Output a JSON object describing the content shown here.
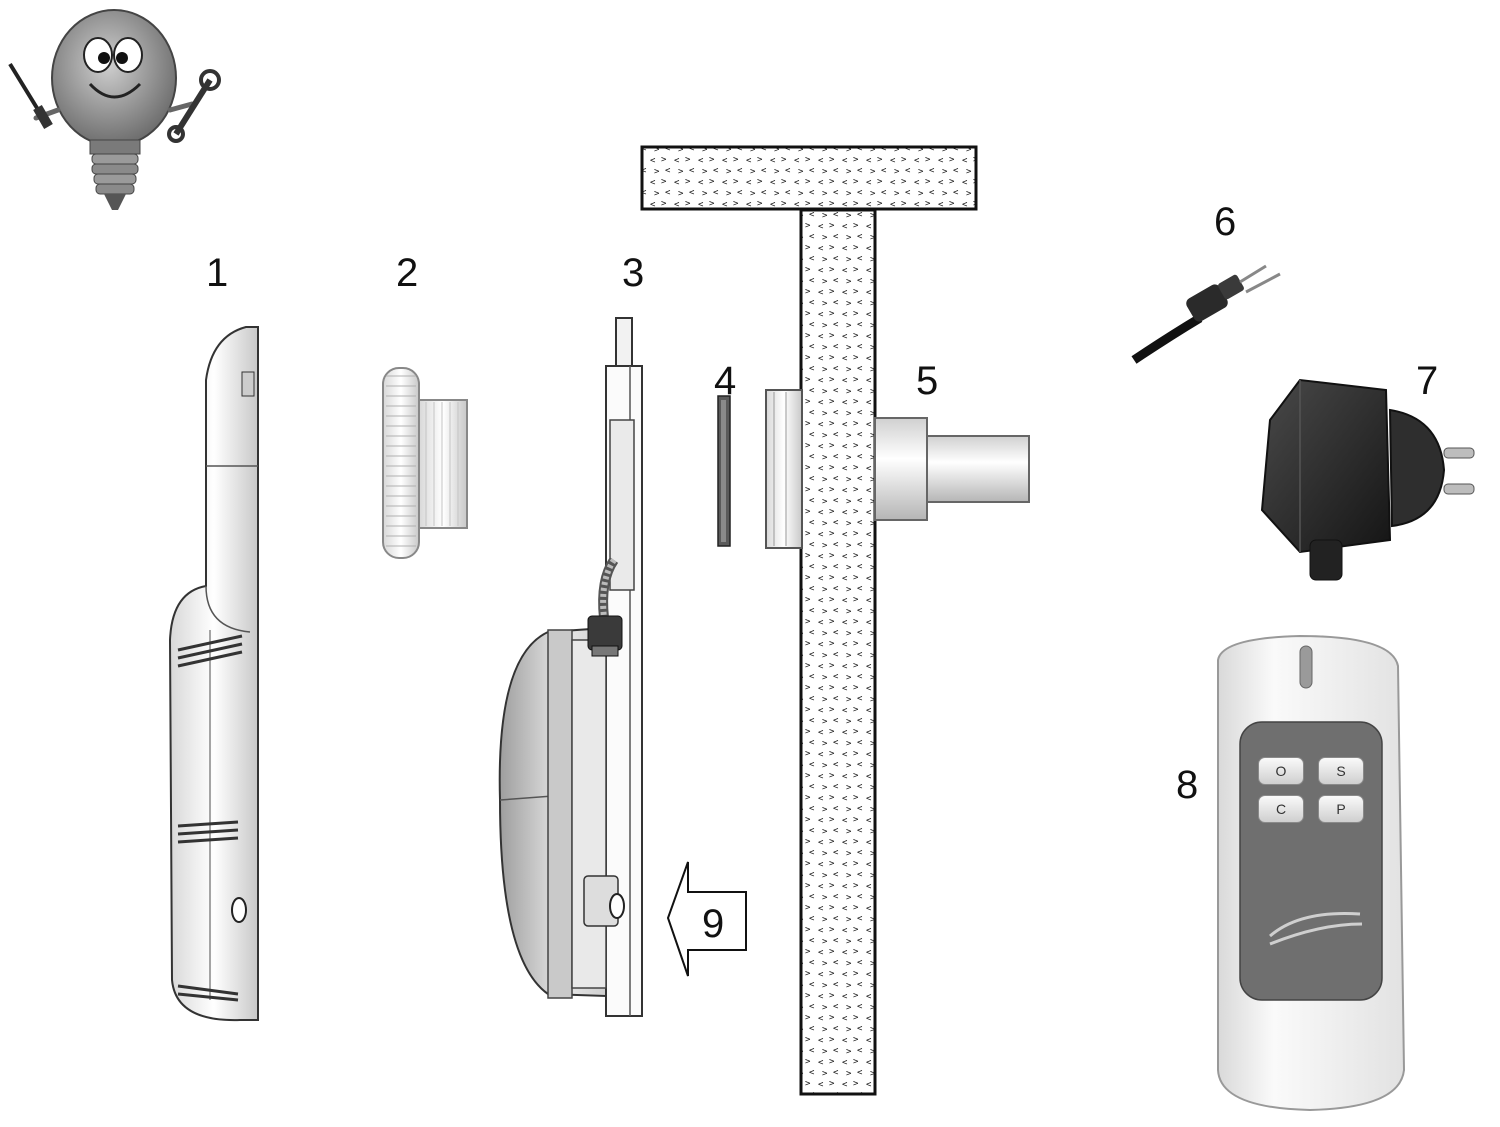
{
  "labels": {
    "part1": "1",
    "part2": "2",
    "part3": "3",
    "part4": "4",
    "part5": "5",
    "part6": "6",
    "part7": "7",
    "part8": "8",
    "arrow9": "9"
  },
  "remote": {
    "buttons": [
      "O",
      "S",
      "C",
      "P"
    ]
  },
  "colors": {
    "ink": "#111111",
    "wall_fill": "#ffffff",
    "remote_panel": "#707070",
    "remote_body": "#f4f4f4",
    "adapter": "#2a2a2a"
  },
  "icons": {
    "mascot": "lightbulb-mascot-icon"
  }
}
